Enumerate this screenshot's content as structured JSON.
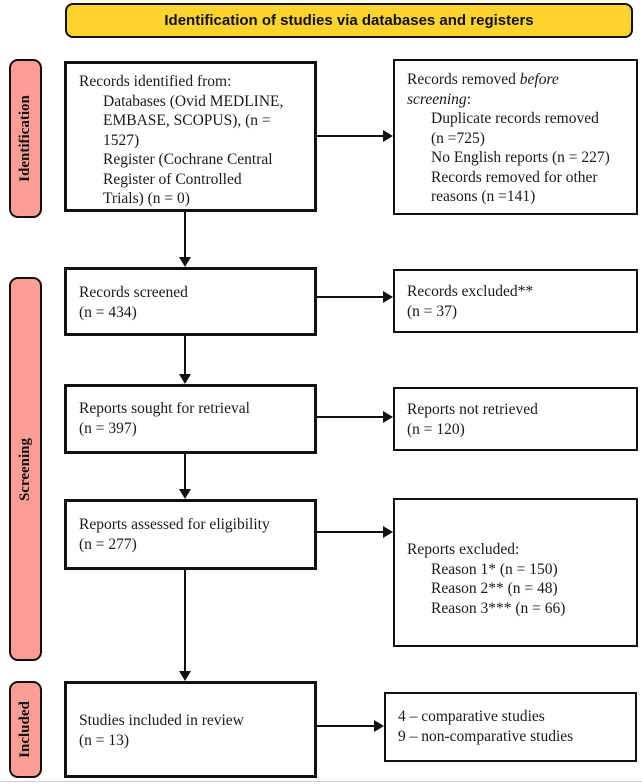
{
  "banner": {
    "label": "Identification of studies via databases and registers"
  },
  "stages": {
    "identification": "Identification",
    "screening": "Screening",
    "included": "Included"
  },
  "boxes": {
    "identified": {
      "intro": "Records identified from:",
      "items": [
        "Databases (Ovid MEDLINE,",
        "EMBASE, SCOPUS), (n =",
        "1527)",
        "Register (Cochrane Central",
        "Register of Controlled",
        "Trials) (n = 0)"
      ]
    },
    "removed": {
      "intro_pre": "Records removed ",
      "intro_italic1": "before",
      "intro_italic2": "screening",
      "intro_post": ":",
      "items": [
        "Duplicate records removed",
        "(n =725)",
        "No English reports (n = 227)",
        "Records removed for other",
        "reasons (n =141)"
      ]
    },
    "screened": {
      "line1": "Records screened",
      "line2": "(n = 434)"
    },
    "excluded_screen": {
      "line1": "Records excluded**",
      "line2": "(n = 37)"
    },
    "sought": {
      "line1": "Reports sought for retrieval",
      "line2": "(n = 397)"
    },
    "not_retrieved": {
      "line1": "Reports not retrieved",
      "line2": "(n = 120)"
    },
    "assessed": {
      "line1": "Reports assessed for eligibility",
      "line2": "(n = 277)"
    },
    "excluded_reports": {
      "intro": "Reports excluded:",
      "items": [
        "Reason 1* (n = 150)",
        "Reason 2** (n = 48)",
        "Reason 3*** (n = 66)"
      ]
    },
    "included_review": {
      "line1": "Studies included in review",
      "line2": "(n = 13)"
    },
    "included_types": {
      "line1": "4 – comparative studies",
      "line2": "9 – non-comparative studies"
    }
  },
  "colors": {
    "banner_bg": "#fdd32e",
    "stage_bg": "#fc9e93",
    "border": "#111111"
  }
}
